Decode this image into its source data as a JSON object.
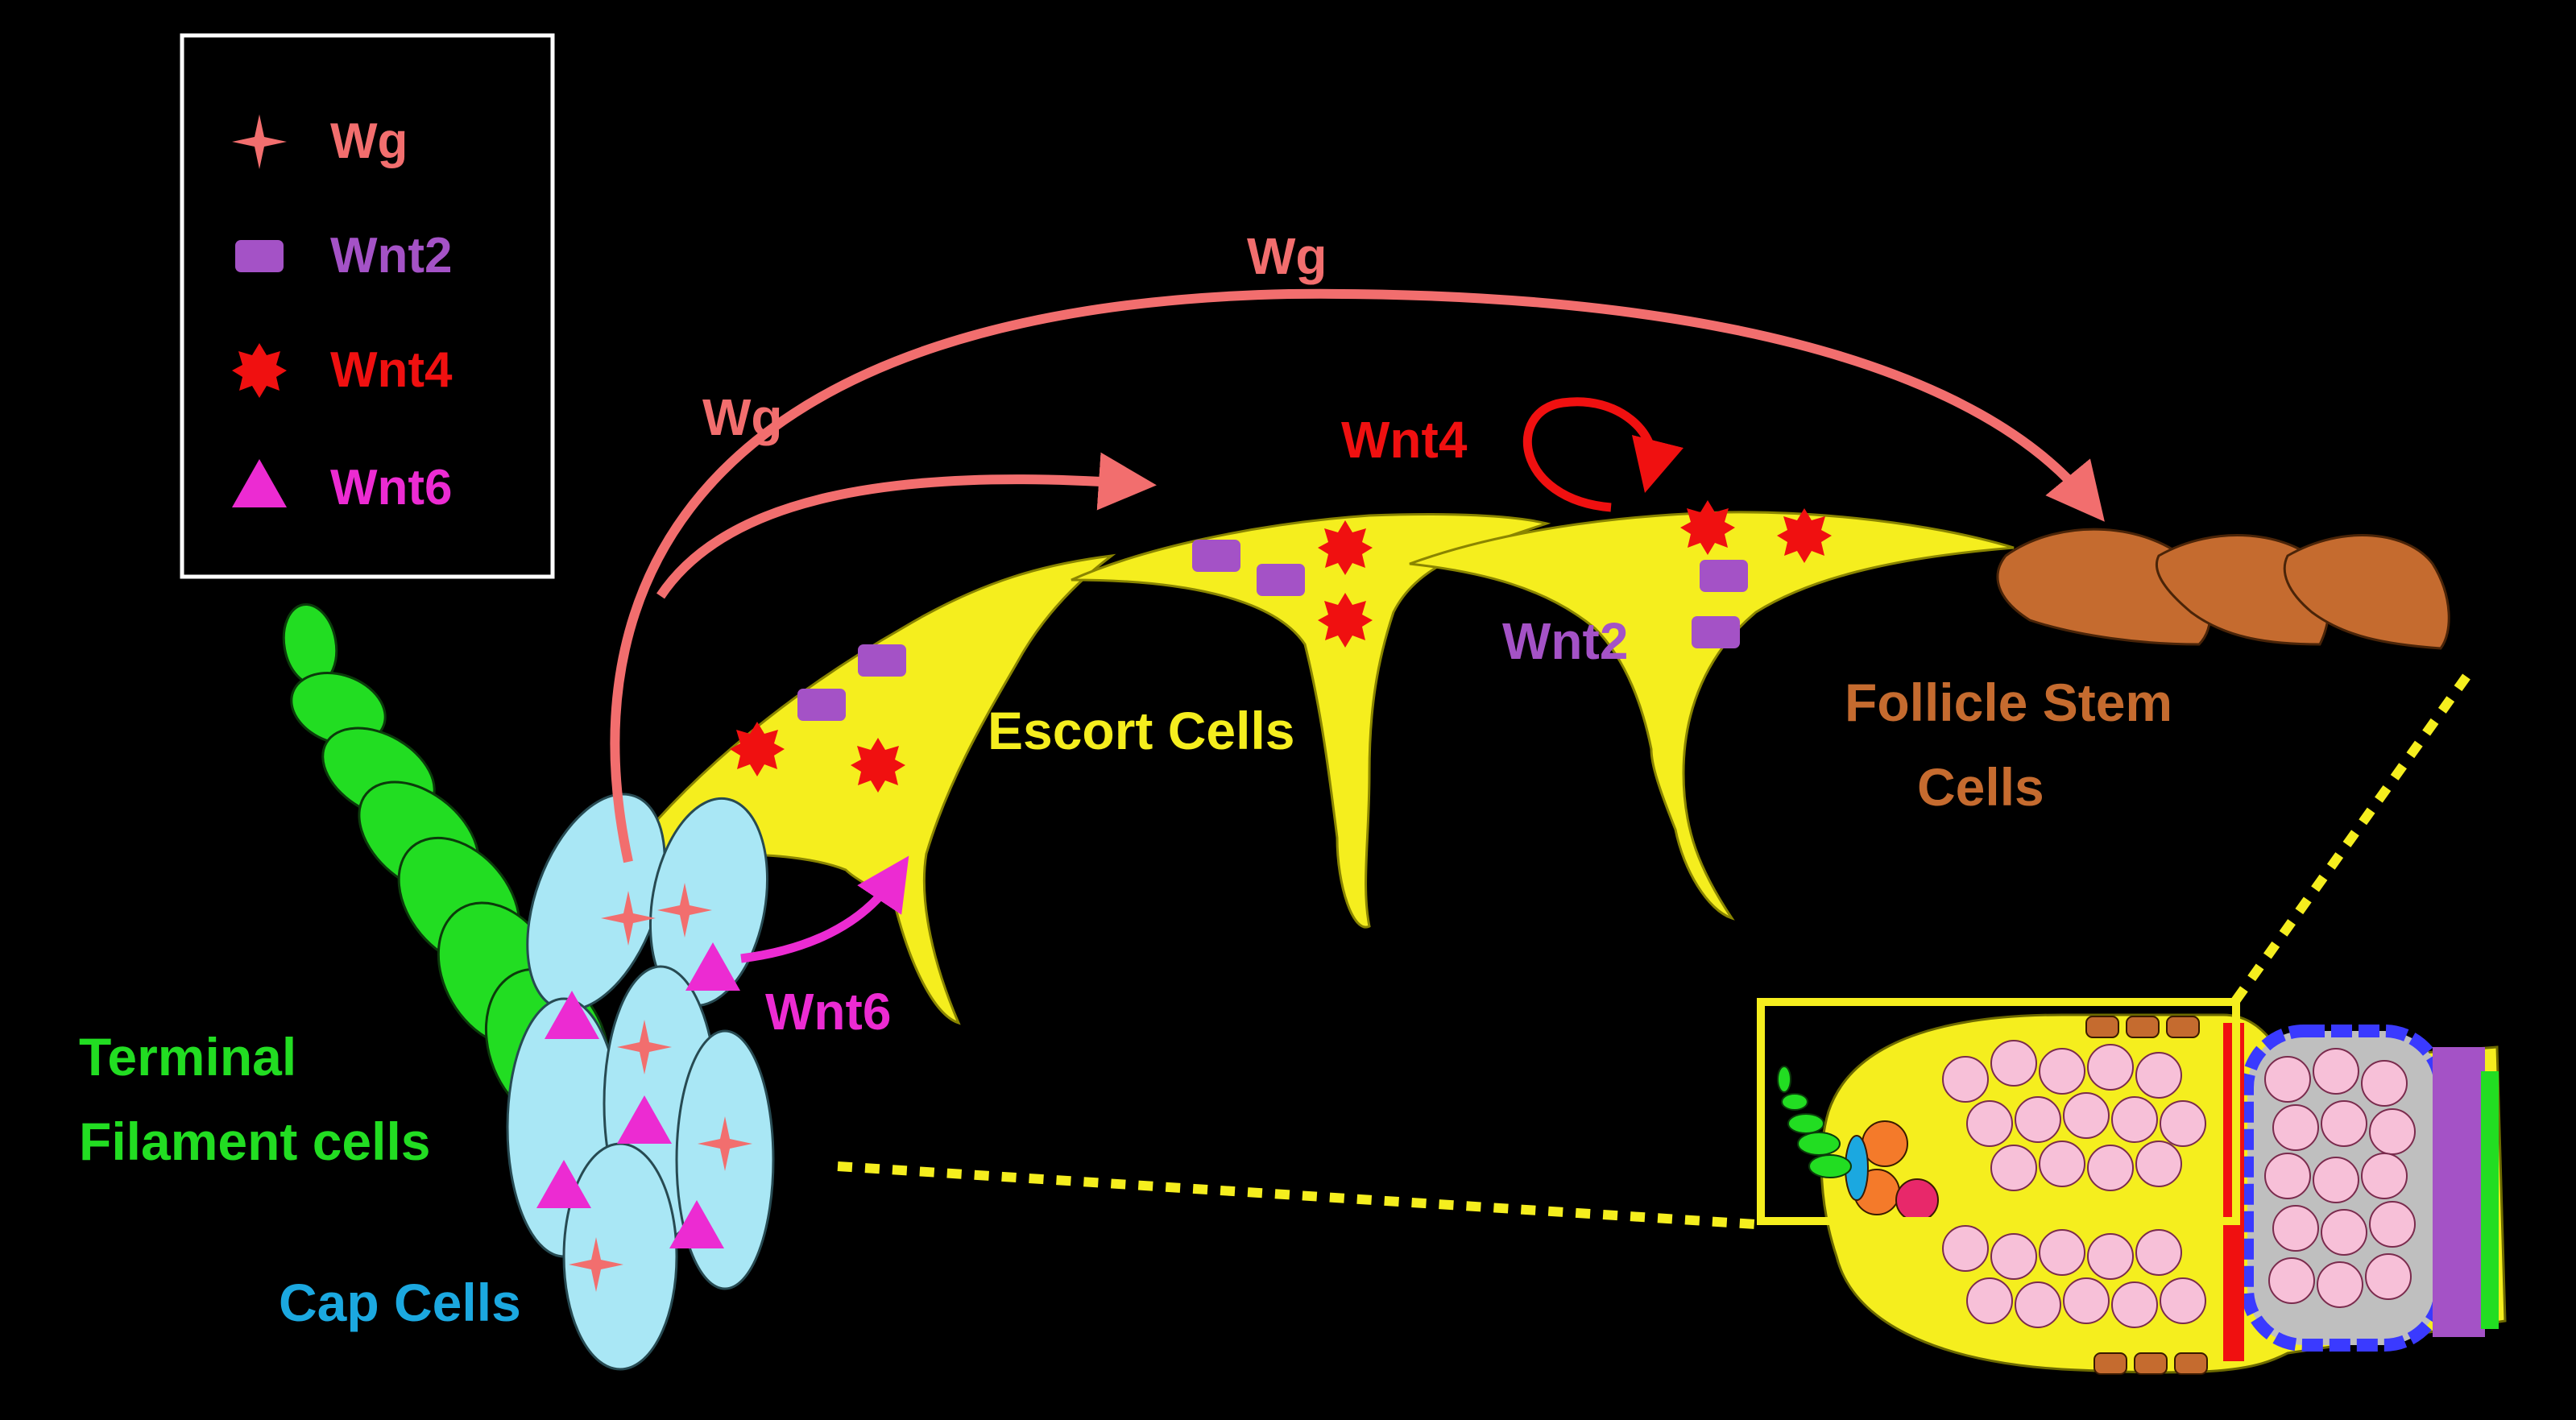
{
  "colors": {
    "background": "#000000",
    "wg": "#F26E6E",
    "wnt2": "#A452C6",
    "wnt4": "#F01010",
    "wnt6": "#EC2BD2",
    "terminal_filament": "#22DD22",
    "cap_cells": "#A9E7F5",
    "escort_cells": "#F5EE1E",
    "follicle_stem_cells": "#C56B2F",
    "zoom_lines": "#F5EE1E",
    "legend_border": "#FFFFFF"
  },
  "legend": {
    "items": [
      {
        "symbol": "four-point-star-icon",
        "label": "Wg"
      },
      {
        "symbol": "rounded-rectangle-icon",
        "label": "Wnt2"
      },
      {
        "symbol": "burst-icon",
        "label": "Wnt4"
      },
      {
        "symbol": "triangle-icon",
        "label": "Wnt6"
      }
    ]
  },
  "signals": {
    "wg_long": "Wg",
    "wg_short": "Wg",
    "wnt4_autocrine": "Wnt4",
    "wnt2": "Wnt2",
    "wnt6": "Wnt6"
  },
  "cell_labels": {
    "escort": "Escort Cells",
    "follicle_line1": "Follicle Stem",
    "follicle_line2": "Cells",
    "terminal_line1": "Terminal",
    "terminal_line2": "Filament cells",
    "cap": "Cap Cells"
  }
}
